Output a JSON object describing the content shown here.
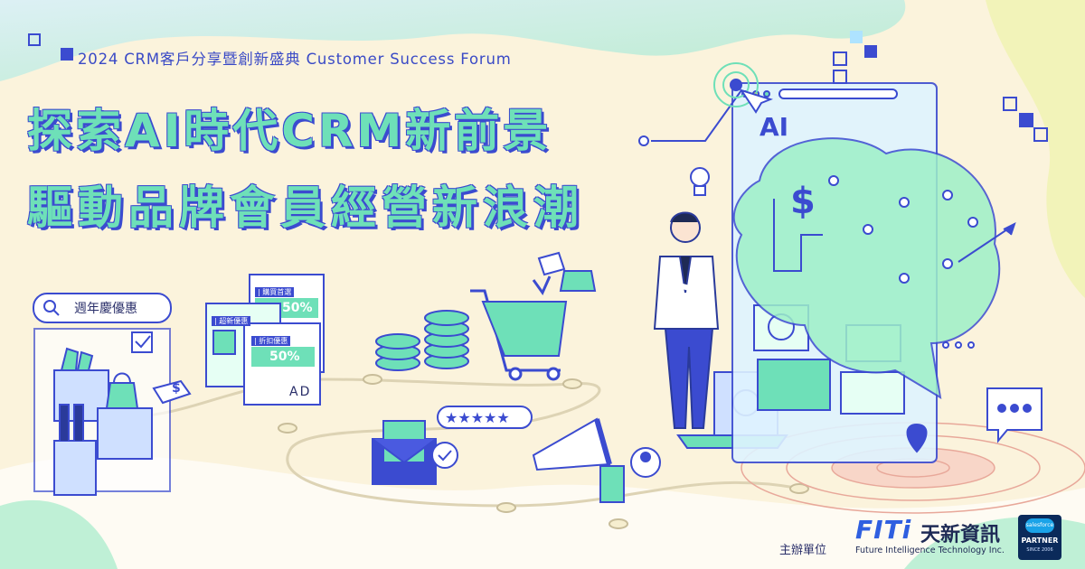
{
  "banner": {
    "eyebrow": "2024 CRM客戶分享暨創新盛典  Customer Success Forum",
    "headline_line1": "探索AI時代CRM新前景",
    "headline_line2": "驅動品牌會員經營新浪潮"
  },
  "illustration": {
    "search_text": "週年慶優惠",
    "card1_label": "| 購買首選",
    "card1_value": "50%",
    "card2_label": "| 超新優惠",
    "card3_label": "| 折扣優惠",
    "card3_value": "50%",
    "ad_text": "AD",
    "screen_label": "AI",
    "price_symbol": "$"
  },
  "footer": {
    "host_label": "主辦單位",
    "brand_name": "FITi",
    "brand_name_cn": "天新資訊",
    "brand_name_en": "Future Intelligence Technology Inc.",
    "partner_logo": "salesforce",
    "partner_label": "PARTNER",
    "partner_since": "SINCE 2006"
  },
  "colors": {
    "background": "#fbf3dc",
    "primary_blue": "#3b4bd0",
    "mint": "#6ee0b8",
    "brand_blue": "#2f5fe0"
  }
}
